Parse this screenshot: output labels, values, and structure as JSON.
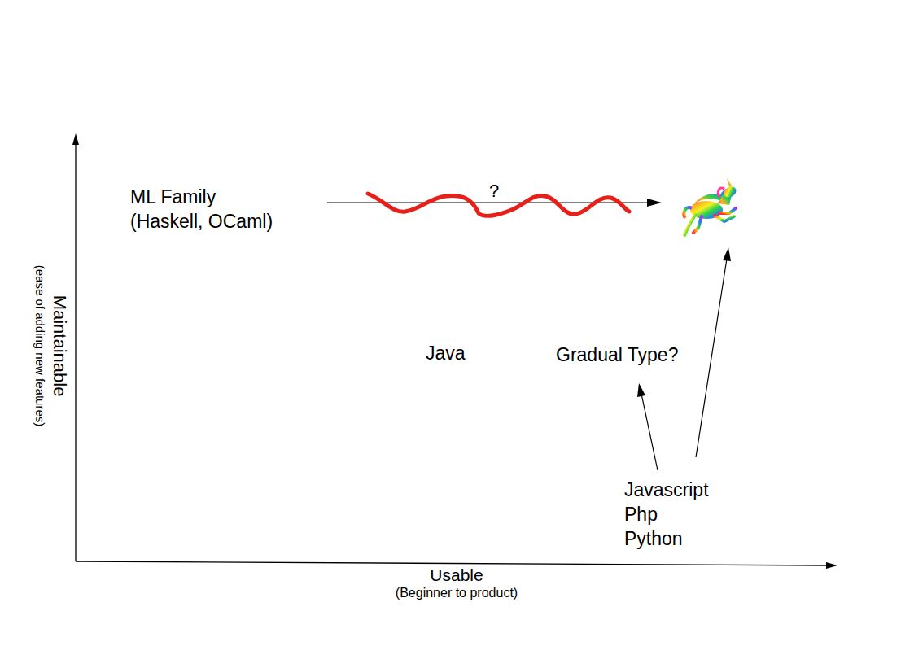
{
  "diagram": {
    "labels": [
      "ML Family",
      "(Haskell, OCaml)",
      "?",
      "Java",
      "Gradual Type?",
      "Javascript",
      "Php",
      "Python",
      "Maintainable",
      "(ease of adding new features)",
      "Usable",
      "(Beginner to product)"
    ]
  }
}
